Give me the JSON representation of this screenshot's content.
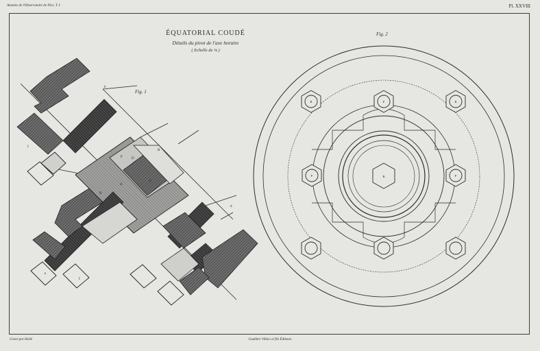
{
  "plate": {
    "header_left": "Annales de l'Observatoire de Nice, T. I.",
    "plate_number": "Pl. XXVIII",
    "title": "ÉQUATORIAL COUDÉ",
    "subtitle": "Détails du pivot de l'axe horaire",
    "scale": "( Echelle de ⅛ )",
    "footer_left": "Gravé par Hollé",
    "footer_center": "Gauthier Villars et fils Éditeurs"
  },
  "figure1": {
    "label": "Fig. 1",
    "letters": [
      "A",
      "B",
      "C",
      "D",
      "E",
      "F",
      "G",
      "H",
      "I",
      "R",
      "b",
      "c",
      "d",
      "e",
      "f"
    ]
  },
  "figure2": {
    "label": "Fig. 2",
    "bolt_letters": [
      "B",
      "P"
    ],
    "center_letter": "B"
  },
  "colors": {
    "ink": "#2a2a2a",
    "hatch_dark": "#555555",
    "hatch_mid": "#8c8c8c",
    "hatch_light": "#b5b5b2",
    "paper": "#e6e6e2"
  }
}
